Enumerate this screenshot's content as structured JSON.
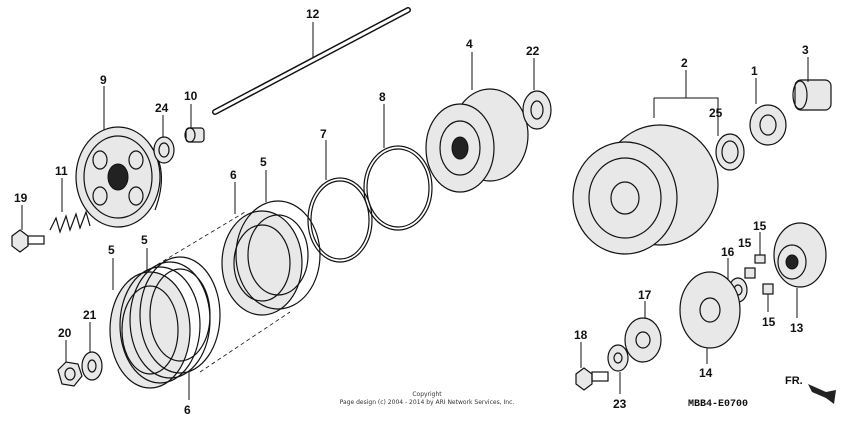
{
  "diagram_code": "MBB4-E0700",
  "direction_label": "FR.",
  "copyright_line1": "Copyright",
  "copyright_line2": "Page design (c) 2004 - 2014 by ARI Network Services, Inc.",
  "callouts": {
    "c1": "1",
    "c2": "2",
    "c3": "3",
    "c4": "4",
    "c5a": "5",
    "c5b": "5",
    "c5c": "5",
    "c6a": "6",
    "c6b": "6",
    "c7": "7",
    "c8": "8",
    "c9": "9",
    "c10": "10",
    "c11": "11",
    "c12": "12",
    "c13": "13",
    "c14": "14",
    "c15a": "15",
    "c15b": "15",
    "c15c": "15",
    "c16": "16",
    "c17": "17",
    "c18": "18",
    "c19": "19",
    "c20": "20",
    "c21": "21",
    "c22": "22",
    "c23": "23",
    "c24": "24",
    "c25": "25"
  }
}
